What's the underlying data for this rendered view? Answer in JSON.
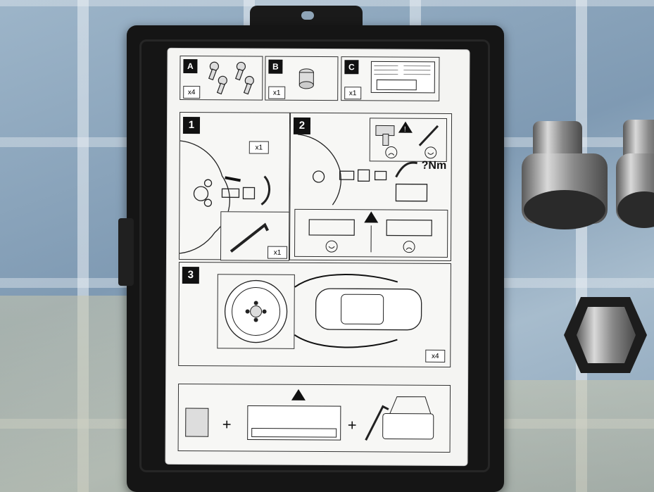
{
  "card": {
    "parts": [
      {
        "letter": "A",
        "quantity": "x4"
      },
      {
        "letter": "B",
        "quantity": "x1"
      },
      {
        "letter": "C",
        "quantity": "x1"
      }
    ],
    "steps": [
      {
        "number": "1",
        "quantity_top": "x1",
        "quantity_bottom": "x1"
      },
      {
        "number": "2",
        "torque_label": "?Nm"
      },
      {
        "number": "3",
        "quantity": "x4"
      }
    ]
  },
  "colors": {
    "case": "#151515",
    "card": "#f4f4f2",
    "ink": "#111111",
    "chrome": "#9a9a9a"
  }
}
